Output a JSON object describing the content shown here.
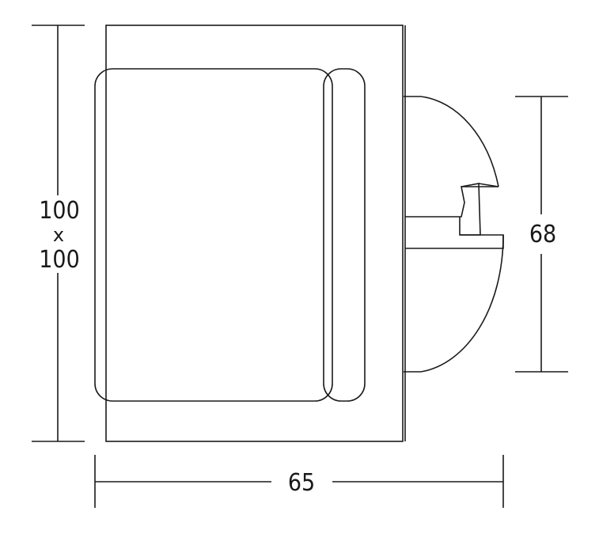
{
  "dimensions": {
    "height_value": "100",
    "separator": "x",
    "width_value": "100",
    "depth": "65",
    "lens_height": "68"
  }
}
